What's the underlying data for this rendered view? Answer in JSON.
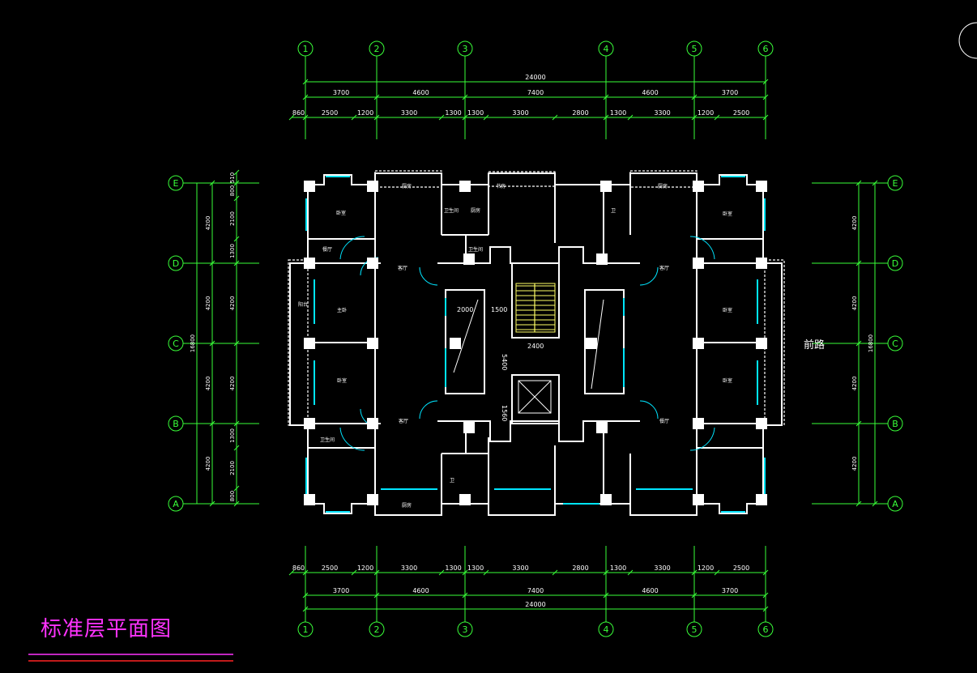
{
  "drawing": {
    "title": "标准层平面图",
    "road_label": "前路",
    "colors": {
      "background": "#000000",
      "axis": "#39ff39",
      "walls": "#ffffff",
      "windows": "#00e5ff",
      "title": "#ff33ff",
      "stairs": "#ffff66",
      "underline_1": "#ff33ff",
      "underline_2": "#ff2222"
    }
  },
  "grid": {
    "columns": [
      "1",
      "2",
      "3",
      "4",
      "5",
      "6"
    ],
    "rows": [
      "E",
      "D",
      "C",
      "B",
      "A"
    ]
  },
  "dimensions": {
    "overall_width": "24000",
    "overall_depth": "16800",
    "column_spacing": [
      "3700",
      "4600",
      "7400",
      "4600",
      "3700"
    ],
    "detail_spacing": [
      "860",
      "2500",
      "1200",
      "3300",
      "1300",
      "1300",
      "3300",
      "2800",
      "1300",
      "3300",
      "1200",
      "2500"
    ],
    "row_spacing": [
      "4200",
      "4200",
      "4200",
      "4200"
    ],
    "left_detail": [
      "510",
      "800",
      "2100",
      "1300",
      "4200",
      "4200",
      "1300",
      "2100",
      "800"
    ],
    "core": {
      "stair_width": "2400",
      "stair_depth": "1500",
      "shaft_width": "2000",
      "shaft_length": "5400",
      "lift_depth": "1560"
    }
  },
  "rooms": [
    "卧室",
    "厨房",
    "卫生间",
    "餐厅",
    "客厅",
    "阳台",
    "主卧",
    "书房",
    "厨房",
    "卫生间",
    "客厅",
    "卧室",
    "卧室",
    "厨房",
    "卫",
    "卫",
    "客厅",
    "餐厅",
    "卧室",
    "厨房",
    "卫生间",
    "卧室"
  ]
}
